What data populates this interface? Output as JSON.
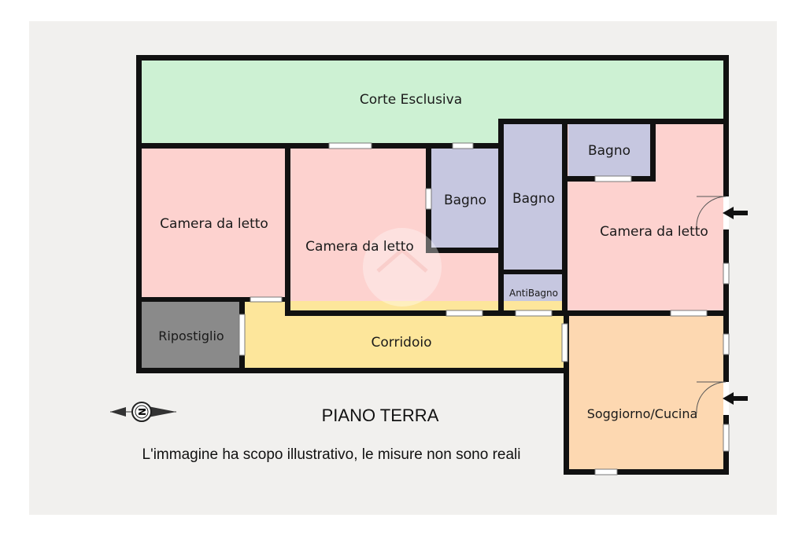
{
  "plan": {
    "title": "PIANO TERRA",
    "disclaimer": "L'immagine ha scopo illustrativo, le misure non sono reali",
    "compass_letter": "N",
    "colors": {
      "background": "#f1f0ee",
      "wall": "#111111",
      "corte": "#cdf1d3",
      "bedroom": "#fdd2cf",
      "bathroom": "#c6c7e0",
      "storage": "#8a8a8a",
      "corridor": "#fde69b",
      "living": "#fdd8b1"
    },
    "rooms": {
      "corte": "Corte Esclusiva",
      "bedroom_left": "Camera da letto",
      "bedroom_center": "Camera da letto",
      "bath_small": "Bagno",
      "bath_tall": "Bagno",
      "bath_right": "Bagno",
      "antibagno": "AntiBagno",
      "bedroom_right": "Camera da letto",
      "storage": "Ripostiglio",
      "corridor": "Corridoio",
      "living": "Soggiorno/Cucina"
    }
  }
}
